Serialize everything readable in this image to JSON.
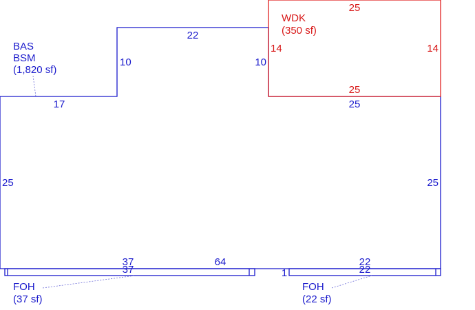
{
  "colors": {
    "main": "#1a1acc",
    "deck": "#e02020",
    "leader": "#6a6ad8"
  },
  "areas": {
    "main": {
      "code": "BAS",
      "subcode": "BSM",
      "area": "(1,820 sf)"
    },
    "deck": {
      "code": "WDK",
      "area": "(350 sf)"
    },
    "foh_left": {
      "code": "FOH",
      "area": "(37 sf)"
    },
    "foh_right": {
      "code": "FOH",
      "area": "(22 sf)"
    }
  },
  "dimensions": {
    "main_left_top": "17",
    "main_step_left": "10",
    "main_upper_top": "22",
    "main_step_right": "10",
    "main_right_top": "25",
    "main_left_side": "25",
    "main_right_side": "25",
    "main_bottom_left": "37",
    "main_bottom_mid": "64",
    "main_bottom_right": "22",
    "deck_top": "25",
    "deck_bottom": "25",
    "deck_left": "14",
    "deck_right": "14",
    "foh_left_length": "37",
    "foh_right_length": "22",
    "gap_label": "1"
  }
}
